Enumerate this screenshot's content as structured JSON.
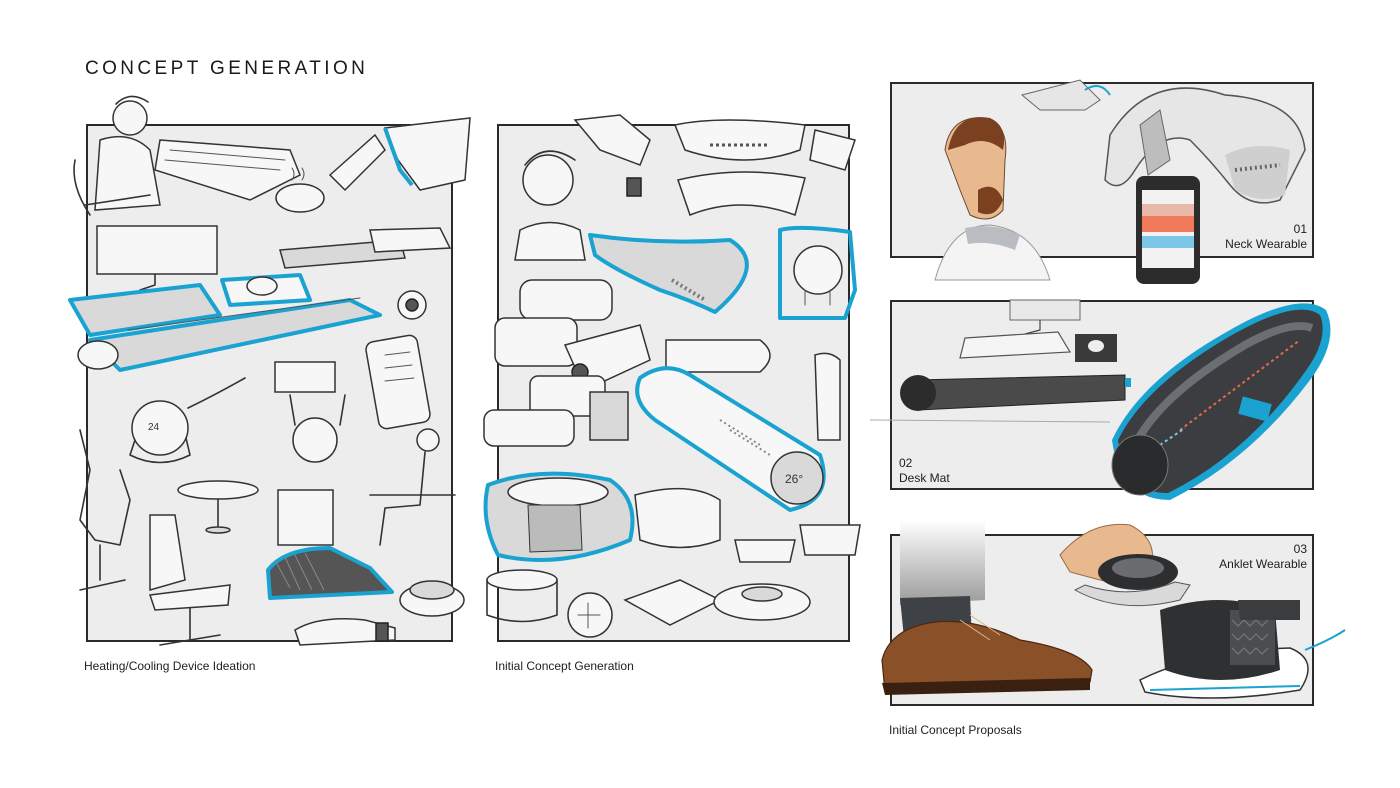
{
  "page": {
    "title": "CONCEPT GENERATION"
  },
  "captions": {
    "heating_cooling": "Heating/Cooling Device Ideation",
    "initial_generation": "Initial Concept Generation",
    "initial_proposals": "Initial Concept Proposals"
  },
  "proposals": [
    {
      "number": "01",
      "name": "Neck Wearable"
    },
    {
      "number": "02",
      "name": "Desk Mat"
    },
    {
      "number": "03",
      "name": "Anklet Wearable"
    }
  ],
  "sketch_text": {
    "dial_reading": "24",
    "cylinder_reading": "26°"
  },
  "colors": {
    "accent": "#1aa3d1",
    "panel": "#ededed",
    "frame": "#2a2a2a",
    "skin": "#e8b98f",
    "leather": "#8a5028"
  }
}
